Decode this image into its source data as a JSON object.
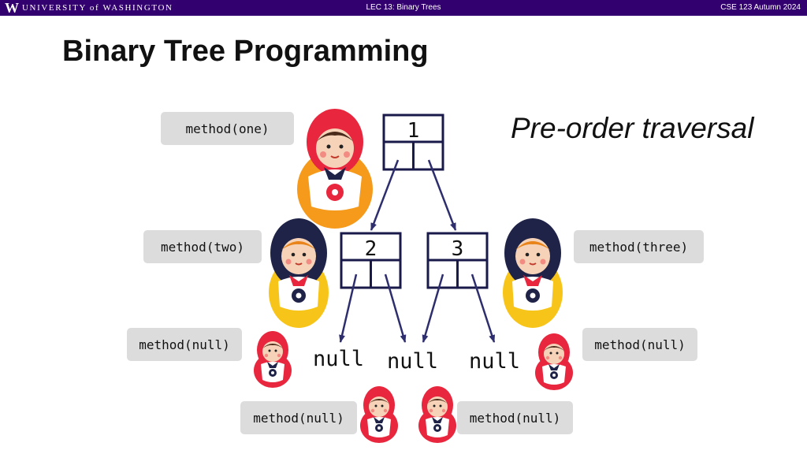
{
  "header": {
    "logo_letter": "W",
    "university": "UNIVERSITY of WASHINGTON",
    "lecture": "LEC 13: Binary Trees",
    "course": "CSE 123 Autumn 2024"
  },
  "slide": {
    "title": "Binary Tree Programming",
    "subtitle": "Pre-order traversal"
  },
  "tree": {
    "root": "1",
    "left": "2",
    "right": "3"
  },
  "null_labels": [
    "null",
    "null",
    "null"
  ],
  "method_calls": {
    "one": "method(one)",
    "two": "method(two)",
    "three": "method(three)",
    "null_left_upper": "method(null)",
    "null_right_upper": "method(null)",
    "null_left_lower": "method(null)",
    "null_right_lower": "method(null)"
  },
  "colors": {
    "header_bg": "#33006f",
    "box_bg": "#dcdcdc",
    "node_border": "#1a1a4a",
    "arrow": "#2e2e6e",
    "doll_red": "#e8263d",
    "doll_orange": "#f59a1b",
    "doll_navy": "#1e2347",
    "doll_yellow": "#f7c51a"
  }
}
